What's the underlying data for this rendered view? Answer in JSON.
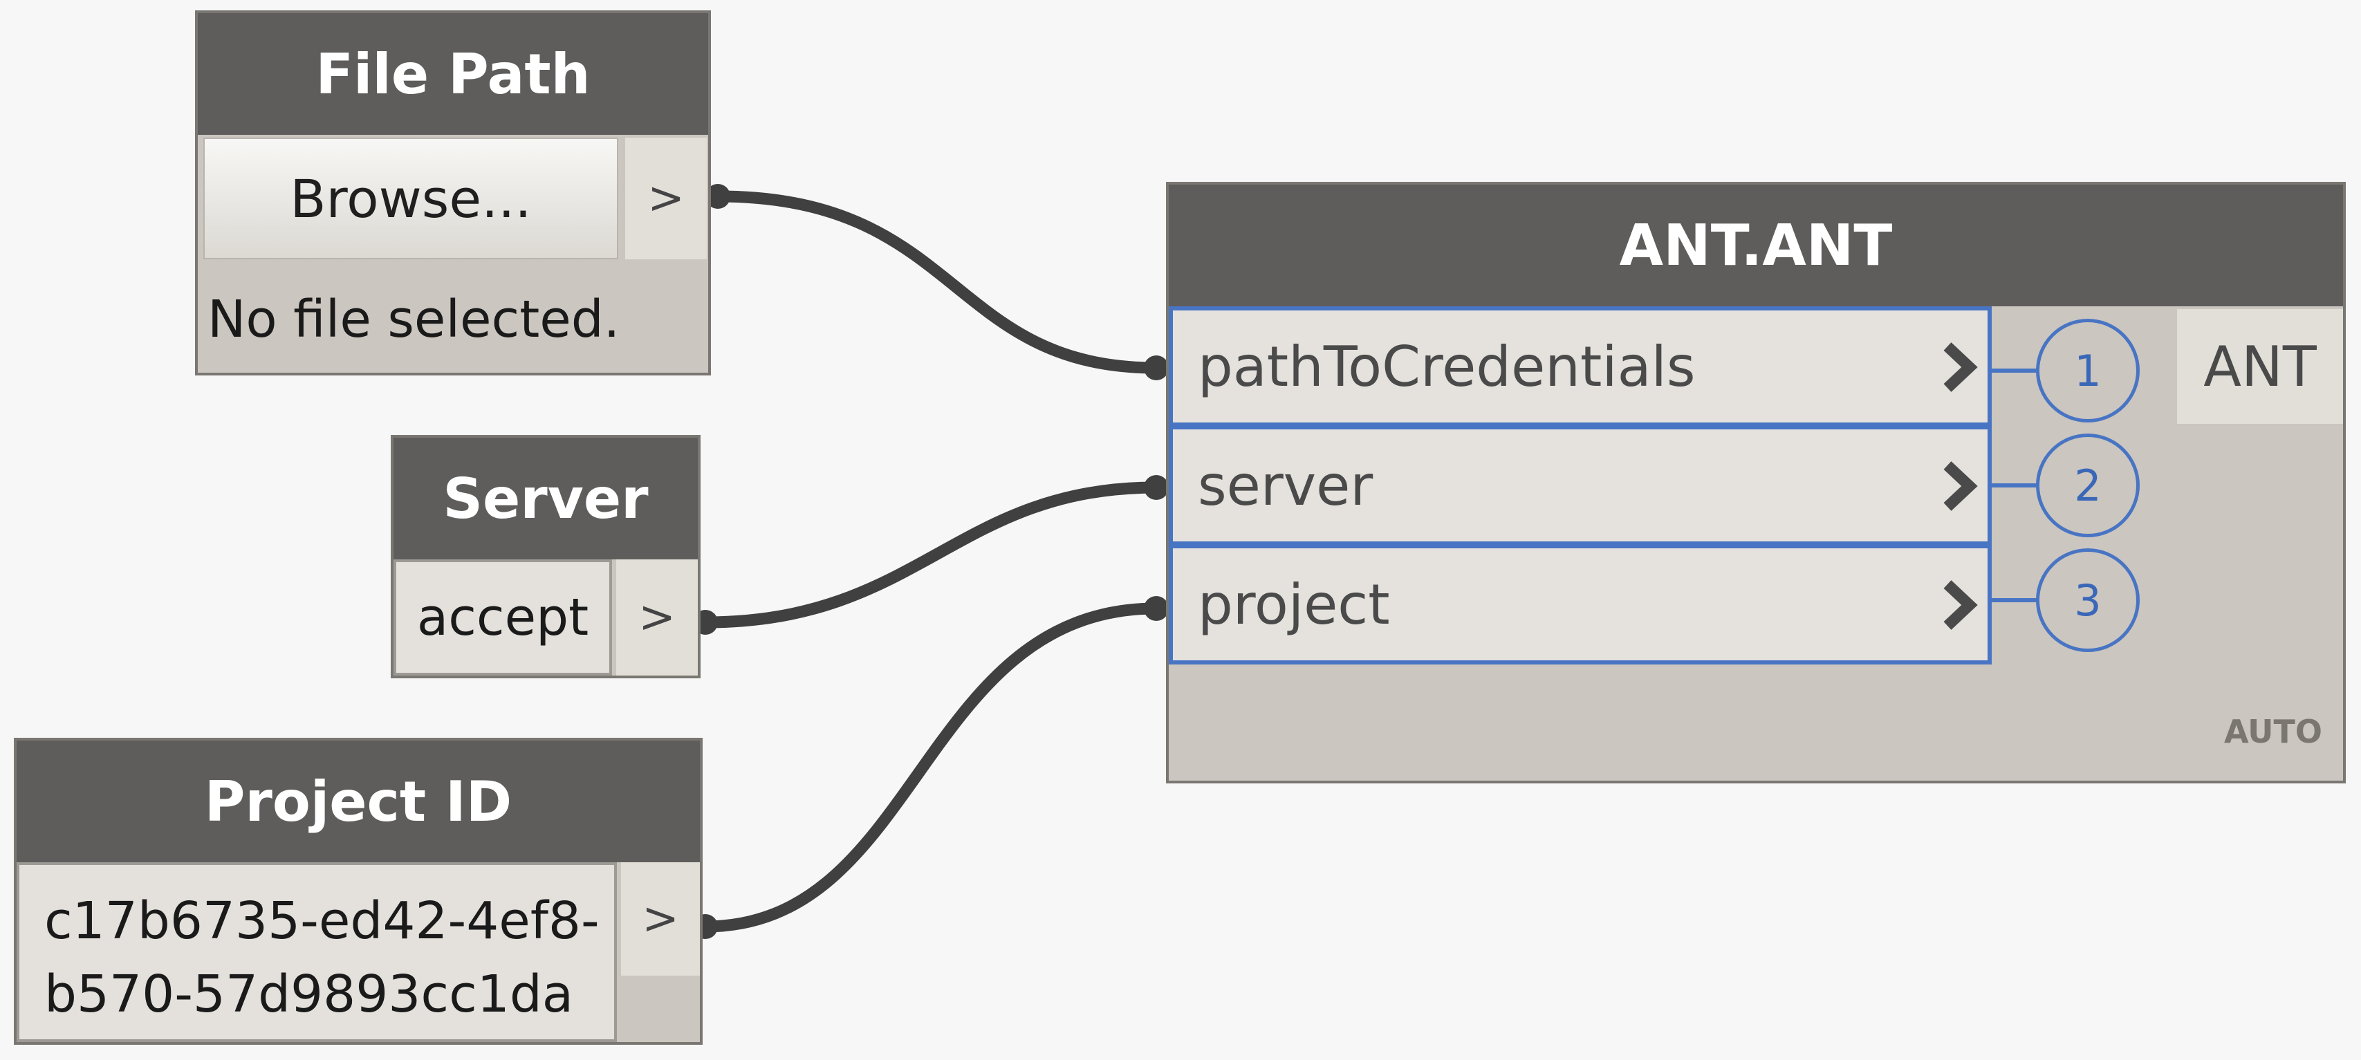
{
  "nodes": {
    "file_path": {
      "title": "File Path",
      "button_label": "Browse...",
      "arrow": ">",
      "status": "No file selected."
    },
    "server": {
      "title": "Server",
      "value": "accept",
      "arrow": ">"
    },
    "project_id": {
      "title": "Project ID",
      "value_line1": "c17b6735-ed42-4ef8-",
      "value_line2": "b570-57d9893cc1da",
      "arrow": ">"
    },
    "ant": {
      "title": "ANT.ANT",
      "inputs": [
        {
          "label": "pathToCredentials",
          "index": "1"
        },
        {
          "label": "server",
          "index": "2"
        },
        {
          "label": "project",
          "index": "3"
        }
      ],
      "output": "ANT",
      "lacing": "AUTO"
    }
  },
  "colors": {
    "header": "#5e5d5b",
    "node_body": "#cbc6bf",
    "wire": "#404040",
    "selection": "#4874c4",
    "canvas": "#f7f7f7"
  }
}
